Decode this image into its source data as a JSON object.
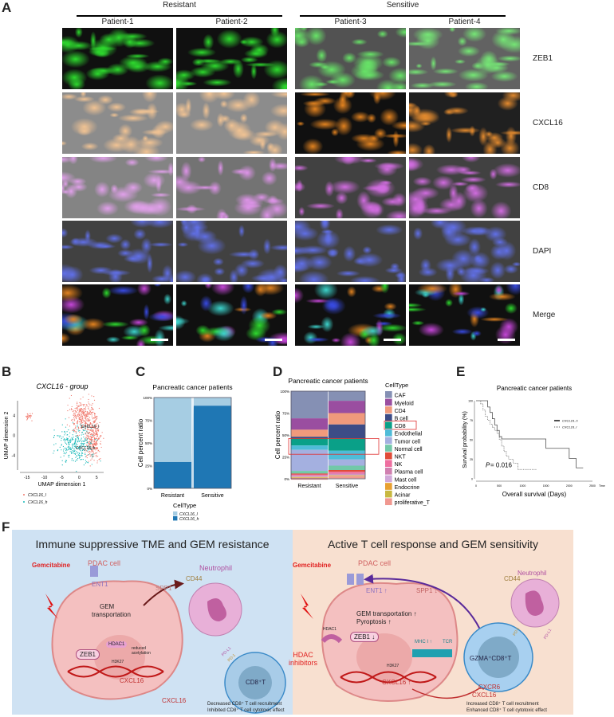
{
  "panel_a": {
    "label": "A",
    "groups": [
      "Resistant",
      "Sensitive"
    ],
    "patients": [
      "Patient-1",
      "Patient-2",
      "Patient-3",
      "Patient-4"
    ],
    "rows": [
      {
        "name": "ZEB1",
        "color": "#1fd81f"
      },
      {
        "name": "CXCL16",
        "color": "#e07a10"
      },
      {
        "name": "CD8",
        "color": "#c23ad6"
      },
      {
        "name": "DAPI",
        "color": "#2a3ee0"
      },
      {
        "name": "Merge",
        "color": "#2fd0c8"
      }
    ],
    "intensity": [
      [
        0.9,
        0.9,
        0.5,
        0.4
      ],
      [
        0.15,
        0.15,
        0.9,
        0.8
      ],
      [
        0.2,
        0.3,
        0.6,
        0.6
      ],
      [
        0.6,
        0.6,
        0.6,
        0.6
      ],
      [
        0.9,
        0.9,
        0.9,
        0.9
      ]
    ]
  },
  "chart_data": [
    {
      "panel": "B",
      "type": "scatter",
      "title": "CXCL16 - group",
      "xlabel": "UMAP dimension 1",
      "ylabel": "UMAP dimension 2",
      "xlim": [
        -17,
        7
      ],
      "ylim": [
        -7,
        7
      ],
      "xticks": [
        "-15",
        "-10",
        "-5",
        "0",
        "5"
      ],
      "yticks": [
        "4",
        "0",
        "-4"
      ],
      "clusters": [
        {
          "name": "CXCL16_l",
          "color": "#f0786c",
          "regions": [
            {
              "cx": 1,
              "cy": 4,
              "sx": 2,
              "sy": 1.6
            },
            {
              "cx": 4,
              "cy": -1,
              "sx": 1.1,
              "sy": 2
            },
            {
              "cx": -14.4,
              "cy": 3.8,
              "sx": 0.5,
              "sy": 0.4
            }
          ]
        },
        {
          "name": "CXCL16_h",
          "color": "#17b8b8",
          "regions": [
            {
              "cx": -1,
              "cy": -2,
              "sx": 2.6,
              "sy": 2
            }
          ]
        }
      ],
      "cluster_labels": [
        "CXCL16_l",
        "CXCL16_h"
      ],
      "legend": [
        "CXCL16_l",
        "CXCL16_h"
      ]
    },
    {
      "panel": "C",
      "type": "bar",
      "stacked": true,
      "title": "Pancreatic cancer patients",
      "ylabel": "Cell percent ratio",
      "categories": [
        "Resistant",
        "Sensitive"
      ],
      "yticks": [
        "100%",
        "75%",
        "50%",
        "25%",
        "0%"
      ],
      "legend_title": "CellType",
      "series": [
        {
          "name": "CXCL16_l",
          "color": "#a6cde3",
          "values": [
            71,
            9
          ]
        },
        {
          "name": "CXCL16_h",
          "color": "#1f77b4",
          "values": [
            29,
            91
          ]
        }
      ]
    },
    {
      "panel": "D",
      "type": "bar",
      "stacked": true,
      "title": "Pancreatic cancer patients",
      "ylabel": "Cell percent ratio",
      "categories": [
        "Resistant",
        "Sensitive"
      ],
      "yticks": [
        "100%",
        "75%",
        "50%",
        "25%",
        "0%"
      ],
      "legend_title": "CellType",
      "highlight": "CD8",
      "series": [
        {
          "name": "CAF",
          "color": "#8590b4",
          "values": [
            31,
            11
          ]
        },
        {
          "name": "Myeloid",
          "color": "#9a4ea0",
          "values": [
            13,
            14
          ]
        },
        {
          "name": "CD4",
          "color": "#f09a7c",
          "values": [
            8,
            13
          ]
        },
        {
          "name": "B cell",
          "color": "#3c4c86",
          "values": [
            2,
            16
          ]
        },
        {
          "name": "CD8",
          "color": "#0aa088",
          "values": [
            8,
            14
          ]
        },
        {
          "name": "Endothelial",
          "color": "#4fbcd8",
          "values": [
            5,
            10
          ]
        },
        {
          "name": "Tumor cell",
          "color": "#a4b0e0",
          "values": [
            24,
            7
          ]
        },
        {
          "name": "Normal cell",
          "color": "#72c8a8",
          "values": [
            3,
            5
          ]
        },
        {
          "name": "NKT",
          "color": "#e04c38",
          "values": [
            1,
            2
          ]
        },
        {
          "name": "NK",
          "color": "#ee6fa0",
          "values": [
            1,
            2
          ]
        },
        {
          "name": "Plasma cell",
          "color": "#d080b0",
          "values": [
            1,
            1
          ]
        },
        {
          "name": "Mast cell",
          "color": "#d0a8d8",
          "values": [
            1,
            1
          ]
        },
        {
          "name": "Endocrine",
          "color": "#e8a030",
          "values": [
            0.5,
            0.5
          ]
        },
        {
          "name": "Acinar",
          "color": "#c8b840",
          "values": [
            0.5,
            0.5
          ]
        },
        {
          "name": "proliferative_T",
          "color": "#f09890",
          "values": [
            2,
            2.5
          ]
        }
      ]
    },
    {
      "panel": "E",
      "type": "line",
      "title": "Pancreatic cancer patients",
      "xlabel": "Overall survival (Days)",
      "ylabel": "Survival probability (%)",
      "xlim": [
        0,
        2500
      ],
      "ylim": [
        0,
        100
      ],
      "xticks": [
        "0",
        "500",
        "1000",
        "1500",
        "2000",
        "2500"
      ],
      "xtick_suffix": "Time",
      "yticks": [
        "100",
        "75",
        "50",
        "25",
        "0"
      ],
      "annotation_p": "P",
      "annotation_value": "= 0.016",
      "series": [
        {
          "name": "CXCL16_h",
          "style": "solid",
          "x": [
            0,
            250,
            300,
            350,
            400,
            450,
            500,
            550,
            600,
            1500,
            2000,
            2150,
            2300
          ],
          "y": [
            100,
            92,
            85,
            77,
            69,
            62,
            54,
            51,
            51,
            39,
            26,
            14,
            14
          ]
        },
        {
          "name": "CXCL16_l",
          "style": "dotted",
          "x": [
            0,
            100,
            150,
            200,
            250,
            300,
            350,
            400,
            450,
            500,
            550,
            600,
            650,
            700,
            800,
            900,
            1000,
            1300
          ],
          "y": [
            100,
            96,
            88,
            80,
            75,
            70,
            66,
            62,
            58,
            50,
            42,
            35,
            29,
            25,
            20,
            12,
            12,
            12
          ]
        }
      ]
    }
  ],
  "labels": {
    "b": "B",
    "c": "C",
    "d": "D",
    "e": "E",
    "f": "F"
  },
  "panel_f": {
    "left": {
      "title": "Immune suppressive TME and GEM resistance",
      "gemcitabine": "Gemcitabine",
      "pdac": "PDAC cell",
      "ent1": "ENT1",
      "gem": "GEM",
      "transport": "transportation",
      "hdac1": "HDAC1",
      "zeb1": "ZEB1",
      "reduced": "reduced acetylation",
      "h3k27": "H3K27",
      "cxcl16a": "CXCL16",
      "cxcl16b": "CXCL16",
      "spp1": "SPP1",
      "cd44": "CD44",
      "neutrophil": "Neutrophil",
      "pdl1": "PD-L1",
      "pd1": "PD-1",
      "cd8t": "CD8⁺T",
      "bullets": [
        "Decreased CD8⁺ T cell recruitment",
        "Inhibited CD8⁺ T cell cytotoxic effect"
      ]
    },
    "right": {
      "title": "Active T cell response and GEM sensitivity",
      "gemcitabine": "Gemcitabine",
      "pdac": "PDAC cell",
      "ent1": "ENT1 ↑",
      "spp1": "SPP1 ↓",
      "gem": "GEM transportation ↑",
      "pyro": "Pyroptosis ↑",
      "hdac1": "HDAC1",
      "zeb1": "ZEB1 ↓",
      "hdaci": "HDAC inhibitors",
      "h3k27": "H3K27",
      "cxcl16a": "CXCL16 ↑",
      "mhc": "MHC I ↑",
      "tcr": "TCR",
      "gzma": "GZMA⁺CD8⁺T",
      "cxcr6": "CXCR6",
      "cxcl16b": "CXCL16",
      "neutrophil": "Neutrophil",
      "cd44": "CD44",
      "pd1": "PD-1",
      "pdl1": "PD-L1",
      "bullets": [
        "Increased CD8⁺ T cell recruitment",
        "Enhanced CD8⁺ T cell cytotoxic effect"
      ]
    }
  }
}
